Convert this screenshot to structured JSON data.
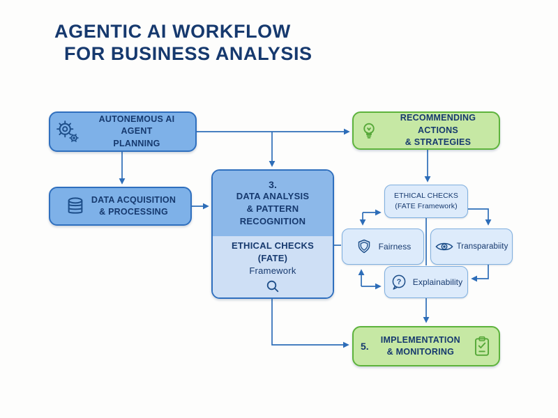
{
  "title": {
    "line1": "AGENTIC AI WORKFLOW",
    "line2": "FOR BUSINESS ANALYSIS"
  },
  "nodes": {
    "planning": {
      "line1": "AUTONEMOUS AI AGENT",
      "line2": "PLANNING",
      "icon": "gears-icon"
    },
    "data_acquisition": {
      "line1": "DATA ACQUISITION",
      "line2": "& PROCESSING",
      "icon": "database-icon"
    },
    "analysis": {
      "number": "3.",
      "line1": "DATA ANALYSIS",
      "line2": "& PATTERN",
      "line3": "RECOGNITION"
    },
    "analysis_ethics": {
      "line1": "ETHICAL CHECKS",
      "line2": "(FATE)",
      "line3": "Framework",
      "icon": "magnifier-icon"
    },
    "recommending": {
      "line1": "RECOMMENDING ACTIONS",
      "line2": "& STRATEGIES",
      "icon": "lightbulb-icon"
    },
    "ethical_checks": {
      "line1": "ETHICAL CHECKS",
      "line2": "(FATE Framework)"
    },
    "fairness": {
      "label": "Fairness",
      "icon": "shield-icon"
    },
    "transparability": {
      "label": "Transparabiity",
      "icon": "eye-icon"
    },
    "explainability": {
      "label": "Explainability",
      "icon": "question-bubble-icon",
      "icon_glyph": "?"
    },
    "implementation": {
      "number": "5.",
      "line1": "IMPLEMENTATION",
      "line2": "& MONITORING",
      "icon": "clipboard-check-icon"
    }
  },
  "colors": {
    "navy_text": "#16396E",
    "blue_fill": "#7EB1E8",
    "blue_border": "#2F6FBE",
    "panel_fill": "#8CB8E9",
    "panel_light_fill": "#CEDFF5",
    "chip_fill": "#DDEBFB",
    "chip_border": "#7FAFDF",
    "green_fill": "#C6E8A4",
    "green_border": "#5DB33C",
    "green_icon": "#55A738",
    "arrow": "#2D6DB8",
    "icon_navy": "#1D4E89",
    "background": "#FDFDFC"
  }
}
